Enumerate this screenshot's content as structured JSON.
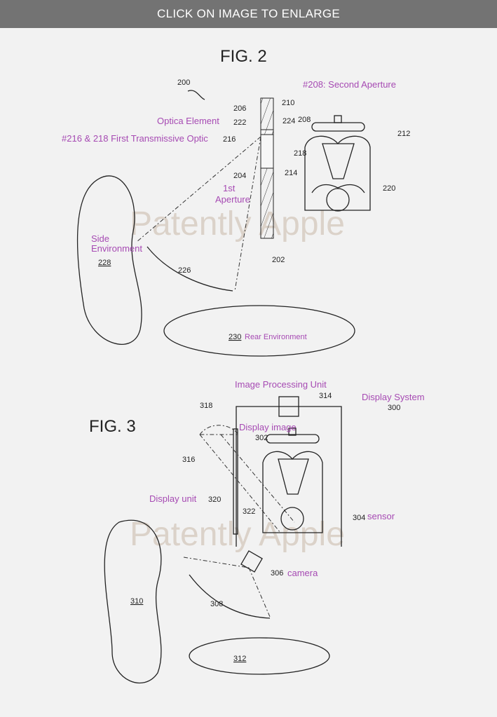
{
  "header": {
    "text": "CLICK ON IMAGE TO ENLARGE"
  },
  "watermark": "Patently Apple",
  "fig2": {
    "title": "FIG. 2",
    "refs": {
      "r200": "200",
      "r202": "202",
      "r204": "204",
      "r206": "206",
      "r208": "208",
      "r210": "210",
      "r212": "212",
      "r214": "214",
      "r216": "216",
      "r218": "218",
      "r220": "220",
      "r222": "222",
      "r224": "224",
      "r226": "226",
      "r228": "228",
      "r230": "230"
    },
    "labels": {
      "second_aperture": "#208: Second Aperture",
      "optical_element": "Optica Element",
      "first_transmissive": "#216 & 218 First Transmissive Optic",
      "first_aperture_1": "1st",
      "first_aperture_2": "Aperture",
      "side_env_1": "Side",
      "side_env_2": "Environment",
      "rear_env": "Rear Environment"
    }
  },
  "fig3": {
    "title": "FIG. 3",
    "refs": {
      "r300": "300",
      "r302": "302",
      "r304": "304",
      "r306": "306",
      "r308": "308",
      "r310": "310",
      "r312": "312",
      "r314": "314",
      "r316": "316",
      "r318": "318",
      "r320": "320",
      "r322": "322"
    },
    "labels": {
      "ipu": "Image Processing Unit",
      "display_system": "Display System",
      "display_image": "Display image",
      "display_unit": "Display unit",
      "sensor": "sensor",
      "camera": "camera"
    }
  }
}
